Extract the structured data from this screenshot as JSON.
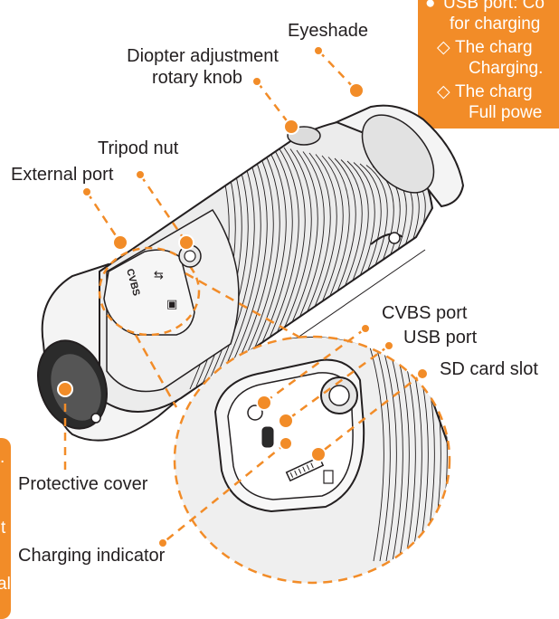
{
  "labels": {
    "eyeshade": "Eyeshade",
    "diopter_line1": "Diopter adjustment",
    "diopter_line2": "rotary knob",
    "tripod_nut": "Tripod nut",
    "external_port": "External port",
    "cvbs_port": "CVBS port",
    "usb_port": "USB port",
    "sd_card_slot": "SD card slot",
    "protective_cover": "Protective cover",
    "charging_indicator": "Charging indicator"
  },
  "info_box": {
    "line1": "USB port: Co",
    "line2": "for charging",
    "sub1_line1": "The charg",
    "sub1_line2": "Charging.",
    "sub2_line1": "The charg",
    "sub2_line2": "Full powe",
    "bullet_main": "●",
    "bullet_sub": "◇"
  },
  "left_box": {
    "t1": ".",
    "t2": "t",
    "t3": "al"
  },
  "port_icons": {
    "cvbs": "CVBS",
    "usb": "⇆",
    "card": "▣"
  },
  "colors": {
    "accent": "#f28c28",
    "line": "#231f20",
    "text": "#231f20",
    "background": "#ffffff"
  }
}
